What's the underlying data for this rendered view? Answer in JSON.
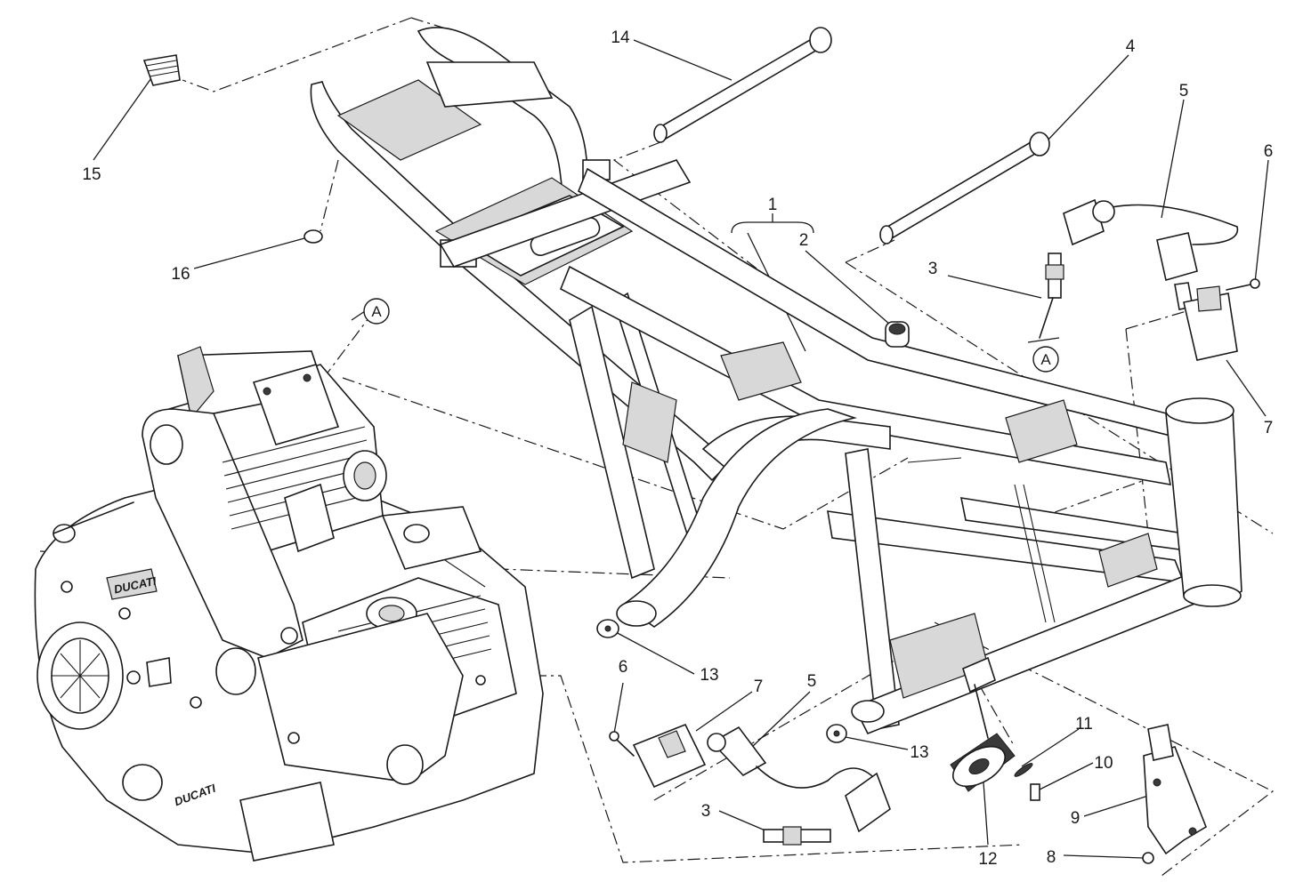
{
  "callouts": {
    "c1": "1",
    "c2": "2",
    "c3a": "3",
    "c3b": "3",
    "c4": "4",
    "c5a": "5",
    "c5b": "5",
    "c6a": "6",
    "c6b": "6",
    "c7a": "7",
    "c7b": "7",
    "c8": "8",
    "c9": "9",
    "c10": "10",
    "c11": "11",
    "c12": "12",
    "c13a": "13",
    "c13b": "13",
    "c14": "14",
    "c15": "15",
    "c16": "16"
  },
  "references": {
    "ref_a_top": "A",
    "ref_a_plug": "A"
  },
  "engine_stamps": {
    "cover_logo": "DUCATI",
    "case_logo": "DUCATI"
  }
}
